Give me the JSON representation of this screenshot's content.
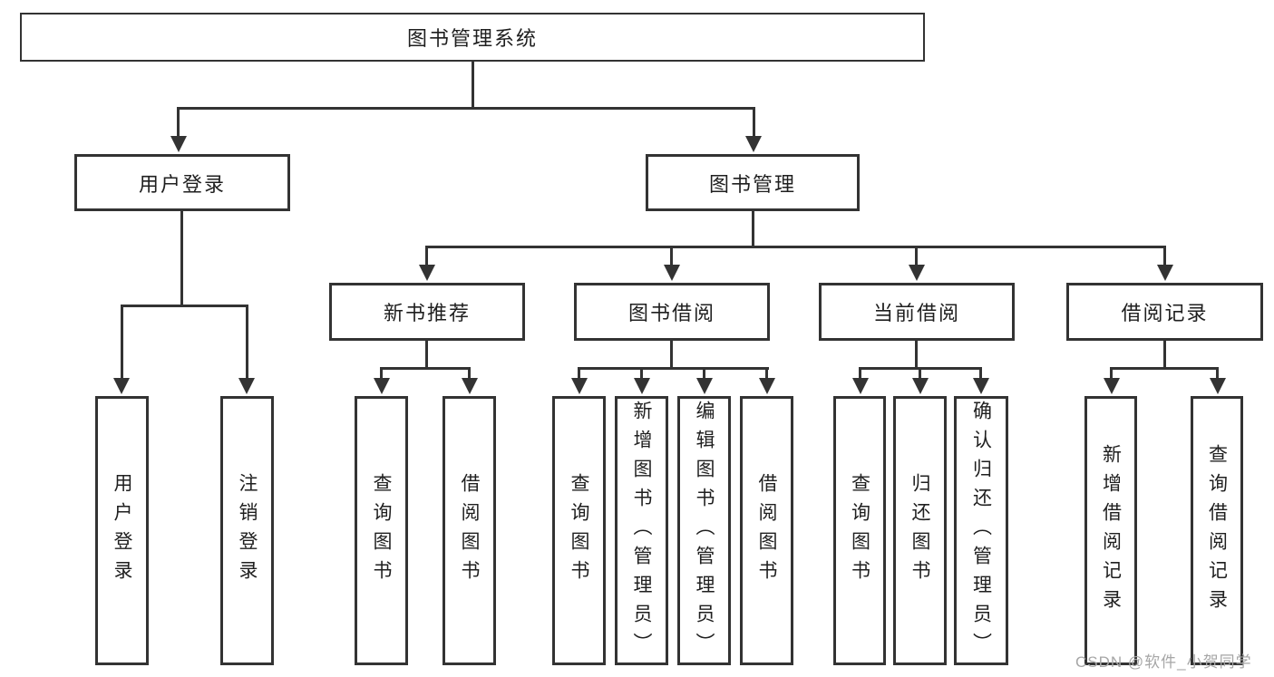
{
  "diagram": {
    "root": "图书管理系统",
    "level1": [
      {
        "label": "用户登录"
      },
      {
        "label": "图书管理"
      }
    ],
    "level2": [
      {
        "label": "新书推荐"
      },
      {
        "label": "图书借阅"
      },
      {
        "label": "当前借阅"
      },
      {
        "label": "借阅记录"
      }
    ],
    "leaves": {
      "login": [
        "用户登录",
        "注销登录"
      ],
      "recommend": [
        "查询图书",
        "借阅图书"
      ],
      "borrow": [
        "查询图书",
        "新增图书（管理员）",
        "编辑图书（管理员）",
        "借阅图书"
      ],
      "current": [
        "查询图书",
        "归还图书",
        "确认归还（管理员）"
      ],
      "records": [
        "新增借阅记录",
        "查询借阅记录"
      ]
    }
  },
  "watermark": "CSDN @软件_小贺同学",
  "colors": {
    "line": "#333333",
    "text": "#1f1f1f",
    "watermark": "#a6a6a6",
    "background": "#ffffff"
  }
}
